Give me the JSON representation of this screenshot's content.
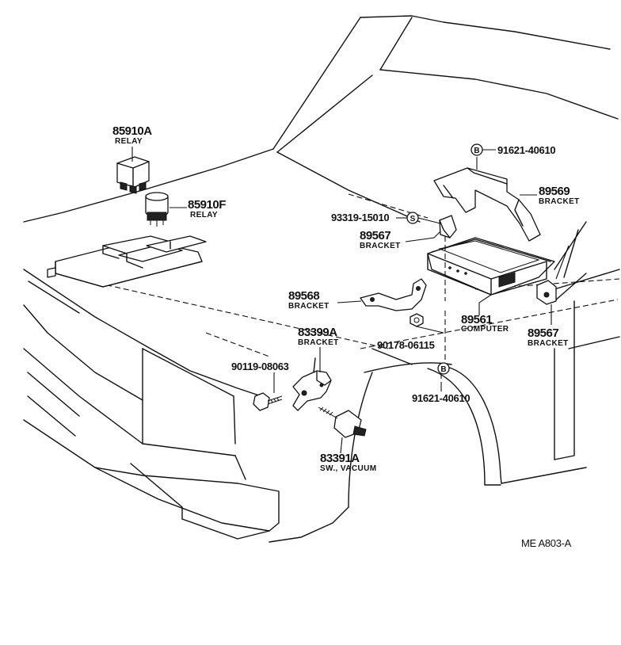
{
  "parts": [
    {
      "number": "85910A",
      "description": "RELAY"
    },
    {
      "number": "85910F",
      "description": "RELAY"
    },
    {
      "number": "91621-40610",
      "description": "",
      "symbol": "B"
    },
    {
      "number": "89569",
      "description": "BRACKET"
    },
    {
      "number": "93319-15010",
      "description": "",
      "symbol": "S"
    },
    {
      "number": "89567",
      "description": "BRACKET"
    },
    {
      "number": "89568",
      "description": "BRACKET"
    },
    {
      "number": "89561",
      "description": "COMPUTER"
    },
    {
      "number": "89567",
      "description": "BRACKET"
    },
    {
      "number": "83399A",
      "description": "BRACKET"
    },
    {
      "number": "90178-06115",
      "description": ""
    },
    {
      "number": "90119-08063",
      "description": ""
    },
    {
      "number": "91621-40610",
      "description": "",
      "symbol": "B"
    },
    {
      "number": "83391A",
      "description": "SW., VACUUM"
    }
  ],
  "diagram_code": "ME  A803-A"
}
